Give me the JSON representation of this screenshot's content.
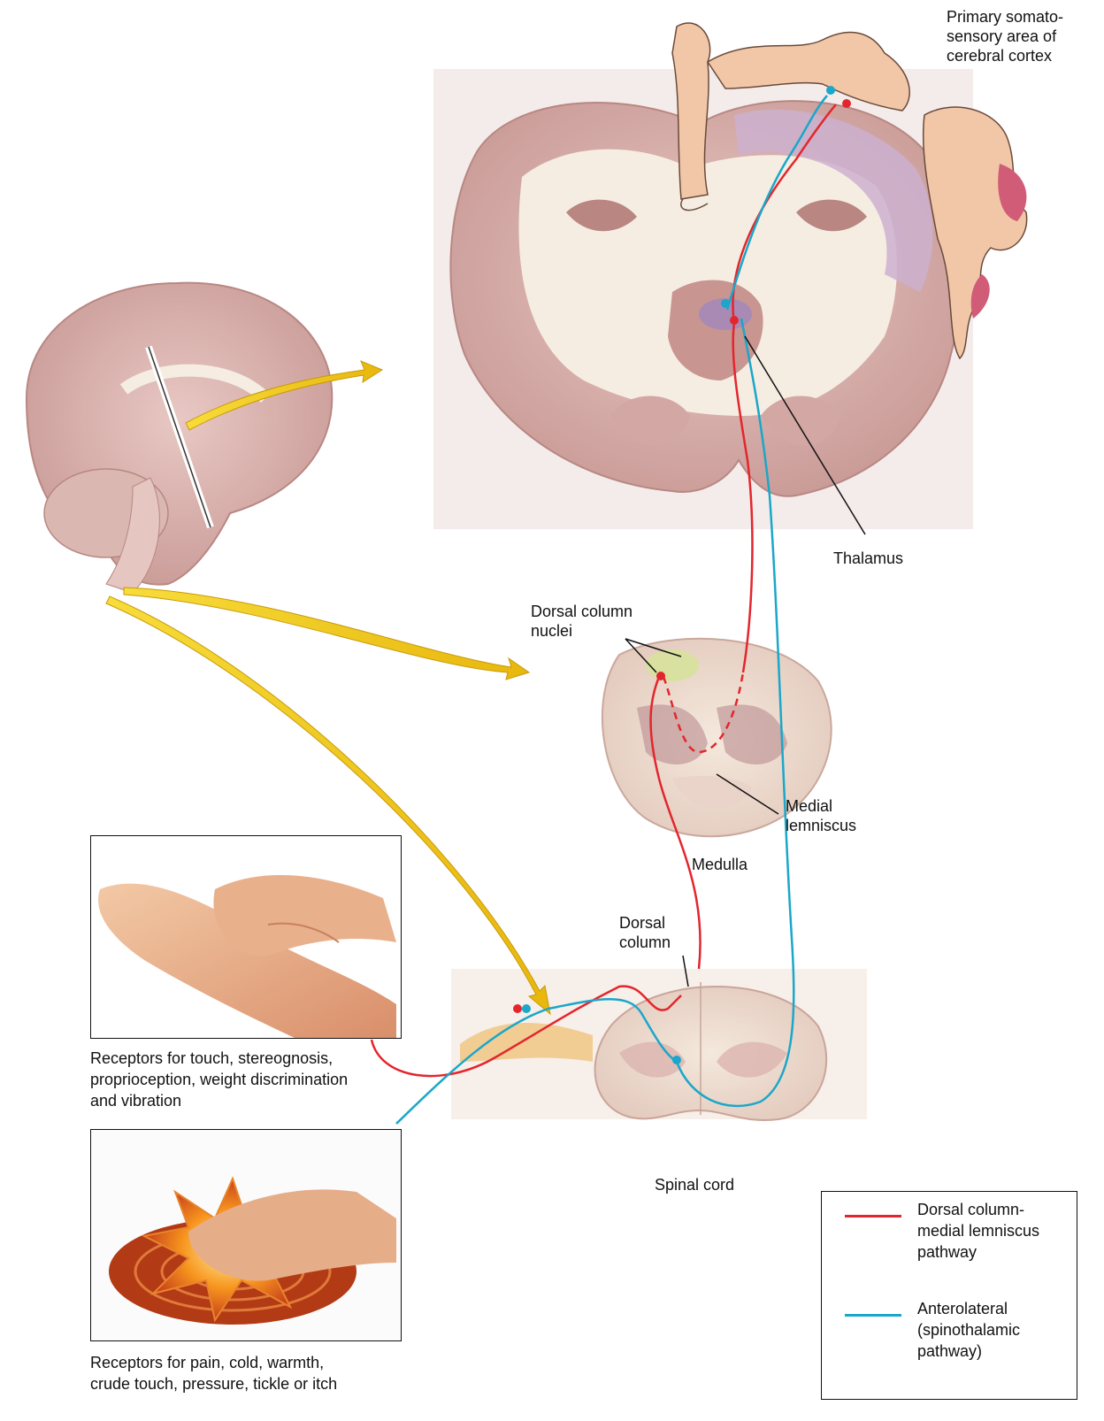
{
  "labels": {
    "cortex": "Primary somato-\nsensory area of\ncerebral cortex",
    "thalamus": "Thalamus",
    "dorsal_column_nuclei": "Dorsal column\nnuclei",
    "medial_lemniscus": "Medial\nlemniscus",
    "medulla": "Medulla",
    "dorsal_column": "Dorsal\ncolumn",
    "spinal_cord": "Spinal cord",
    "receptors_touch": "Receptors for touch, stereognosis,\nproprioception, weight discrimination\nand vibration",
    "receptors_pain": "Receptors for pain, cold, warmth,\ncrude touch, pressure, tickle or itch"
  },
  "legend": {
    "dorsal": "Dorsal column-\nmedial lemniscus\npathway",
    "anterolateral": "Anterolateral\n(spinothalamic\npathway)"
  },
  "colors": {
    "dorsal_pathway": "#e3262d",
    "anterolateral_pathway": "#1aa7c9",
    "arrow": "#f2c518",
    "brain_tissue": "#d9aeaa",
    "white_matter": "#f5ede2"
  }
}
